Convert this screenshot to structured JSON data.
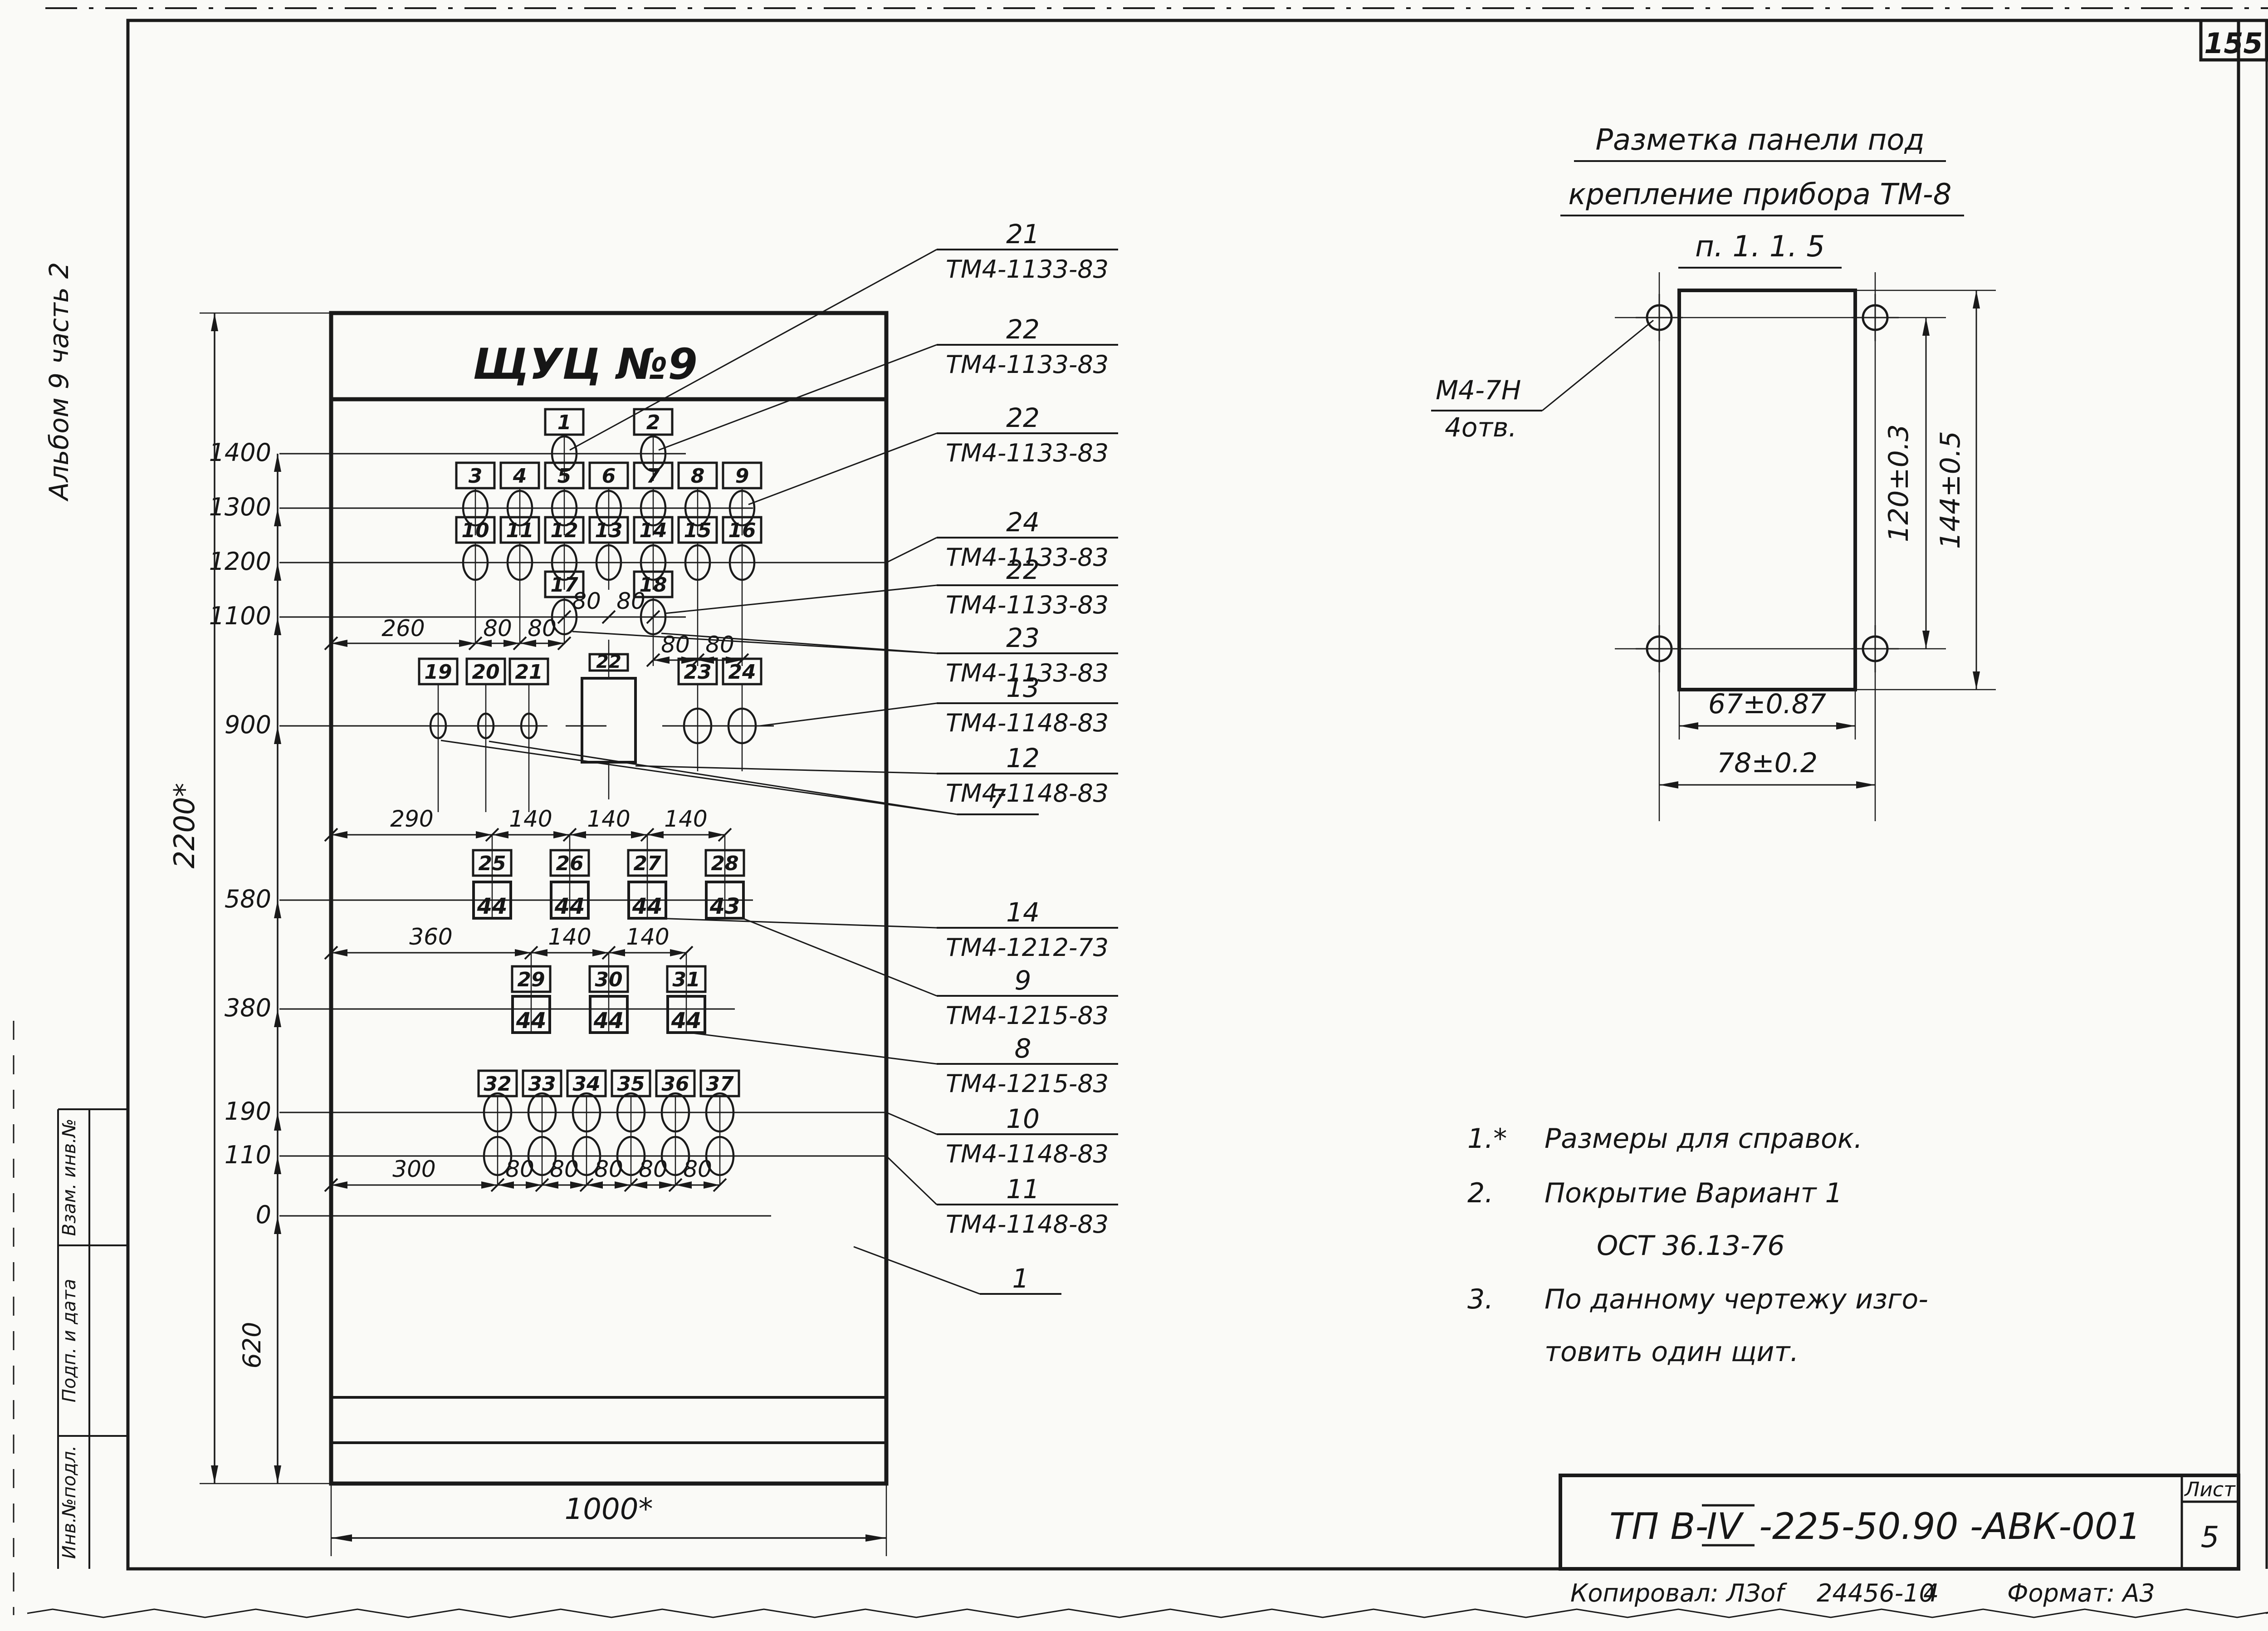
{
  "frame": {
    "page_number": "155"
  },
  "margin_labels": {
    "album": "Альбом 9 часть 2",
    "stamps": [
      "Взам. инв.№",
      "Подп. и дата",
      "Инв.№подл."
    ]
  },
  "panel": {
    "title": "ЩУЦ №9",
    "overall_width": "1000*",
    "overall_height": "2200*",
    "below_zero": "620",
    "level_labels": [
      "1400",
      "1300",
      "1200",
      "1100",
      "900",
      "580",
      "380",
      "190",
      "110",
      "0"
    ],
    "position_numbers": {
      "row_1400": [
        "1",
        "2"
      ],
      "row_1300": [
        "3",
        "4",
        "5",
        "6",
        "7",
        "8",
        "9"
      ],
      "row_1200": [
        "10",
        "11",
        "12",
        "13",
        "14",
        "15",
        "16"
      ],
      "row_1100": [
        "17",
        "18"
      ],
      "row_900_left": [
        "19",
        "20",
        "21"
      ],
      "center_unit": "22",
      "row_900_right": [
        "23",
        "24"
      ],
      "row_580": [
        "25",
        "26",
        "27",
        "28"
      ],
      "row_580_boxes": [
        "44",
        "44",
        "44",
        "43"
      ],
      "row_380": [
        "29",
        "30",
        "31"
      ],
      "row_380_boxes": [
        "44",
        "44",
        "44"
      ],
      "row_190": [
        "32",
        "33",
        "34",
        "35",
        "36",
        "37"
      ]
    },
    "dims": {
      "row_1100_chain": [
        "260",
        "80",
        "80"
      ],
      "row_1100_center": [
        "80",
        "80"
      ],
      "row_1100_right": [
        "80",
        "80"
      ],
      "row_580_chain": [
        "290",
        "140",
        "140",
        "140"
      ],
      "row_380_chain": [
        "360",
        "140",
        "140"
      ],
      "row_190_chain": [
        "300",
        "80",
        "80",
        "80",
        "80",
        "80"
      ]
    }
  },
  "callouts": [
    {
      "num": "21",
      "des": "ТМ4-1133-83"
    },
    {
      "num": "22",
      "des": "ТМ4-1133-83"
    },
    {
      "num": "22",
      "des": "ТМ4-1133-83"
    },
    {
      "num": "24",
      "des": "ТМ4-1133-83"
    },
    {
      "num": "22",
      "des": "ТМ4-1133-83"
    },
    {
      "num": "23",
      "des": "ТМ4-1133-83"
    },
    {
      "num": "13",
      "des": "ТМ4-1148-83"
    },
    {
      "num": "12",
      "des": "ТМ4-1148-83"
    },
    {
      "num": "7",
      "des": ""
    },
    {
      "num": "14",
      "des": "ТМ4-1212-73"
    },
    {
      "num": "9",
      "des": "ТМ4-1215-83"
    },
    {
      "num": "8",
      "des": "ТМ4-1215-83"
    },
    {
      "num": "10",
      "des": "ТМ4-1148-83"
    },
    {
      "num": "11",
      "des": "ТМ4-1148-83"
    },
    {
      "num": "1",
      "des": ""
    }
  ],
  "detail": {
    "title_line1": "Разметка панели под",
    "title_line2": "крепление прибора ТМ-8",
    "title_line3": "п. 1. 1. 5",
    "holes_label_line1": "М4-7Н",
    "holes_label_line2": "4отв.",
    "dims": {
      "inner_height": "120±0.3",
      "outer_height": "144±0.5",
      "inner_width": "67±0.87",
      "outer_width": "78±0.2"
    }
  },
  "notes": [
    {
      "num": "1.*",
      "line1": "Размеры для справок.",
      "line2": ""
    },
    {
      "num": "2.",
      "line1": "Покрытие Вариант 1",
      "line2": "ОСТ 36.13-76"
    },
    {
      "num": "3.",
      "line1": "По данному чертежу изго-",
      "line2": "товить один щит."
    }
  ],
  "title_block": {
    "doc_prefix": "ТП В-",
    "doc_roman": "IV",
    "doc_suffix": "-225-50.90  -АВК-001",
    "sheet_label": "Лист",
    "sheet_number": "5",
    "copied": "Копировал: ЛЗоf",
    "order": "24456-10",
    "count": "4",
    "format": "Формат: А3"
  }
}
